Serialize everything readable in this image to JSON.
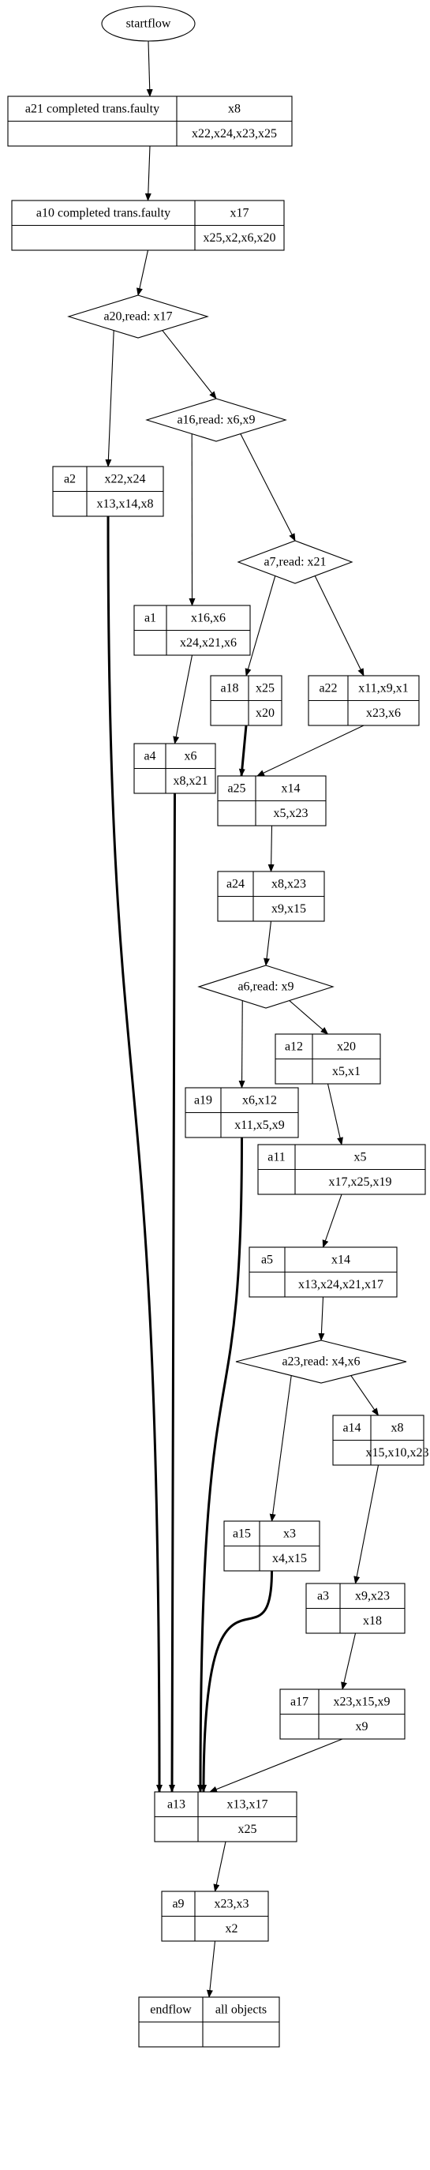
{
  "start_label": "startflow",
  "nodes": [
    {
      "id": "a21",
      "name": "a21  completed trans.faulty",
      "top": "x8",
      "bottom": "x22,x24,x23,x25"
    },
    {
      "id": "a10",
      "name": "a10  completed trans.faulty",
      "top": "x17",
      "bottom": "x25,x2,x6,x20"
    },
    {
      "id": "a20",
      "decision": "a20,read: x17"
    },
    {
      "id": "a16",
      "decision": "a16,read: x6,x9"
    },
    {
      "id": "a2",
      "name": "a2",
      "top": "x22,x24",
      "bottom": "x13,x14,x8"
    },
    {
      "id": "a7",
      "decision": "a7,read: x21"
    },
    {
      "id": "a1",
      "name": "a1",
      "top": "x16,x6",
      "bottom": "x24,x21,x6"
    },
    {
      "id": "a18",
      "name": "a18",
      "top": "x25",
      "bottom": "x20"
    },
    {
      "id": "a22",
      "name": "a22",
      "top": "x11,x9,x1",
      "bottom": "x23,x6"
    },
    {
      "id": "a4",
      "name": "a4",
      "top": "x6",
      "bottom": "x8,x21"
    },
    {
      "id": "a25",
      "name": "a25",
      "top": "x14",
      "bottom": "x5,x23"
    },
    {
      "id": "a24",
      "name": "a24",
      "top": "x8,x23",
      "bottom": "x9,x15"
    },
    {
      "id": "a6",
      "decision": "a6,read: x9"
    },
    {
      "id": "a12",
      "name": "a12",
      "top": "x20",
      "bottom": "x5,x1"
    },
    {
      "id": "a19",
      "name": "a19",
      "top": "x6,x12",
      "bottom": "x11,x5,x9"
    },
    {
      "id": "a11",
      "name": "a11",
      "top": "x5",
      "bottom": "x17,x25,x19"
    },
    {
      "id": "a5",
      "name": "a5",
      "top": "x14",
      "bottom": "x13,x24,x21,x17"
    },
    {
      "id": "a23",
      "decision": "a23,read: x4,x6"
    },
    {
      "id": "a14",
      "name": "a14",
      "top": "x8",
      "bottom": "x15,x10,x23"
    },
    {
      "id": "a15",
      "name": "a15",
      "top": "x3",
      "bottom": "x4,x15"
    },
    {
      "id": "a3",
      "name": "a3",
      "top": "x9,x23",
      "bottom": "x18"
    },
    {
      "id": "a17",
      "name": "a17",
      "top": "x23,x15,x9",
      "bottom": "x9"
    },
    {
      "id": "a13",
      "name": "a13",
      "top": "x13,x17",
      "bottom": "x25"
    },
    {
      "id": "a9",
      "name": "a9",
      "top": "x23,x3",
      "bottom": "x2"
    },
    {
      "id": "endflow",
      "name": "endflow",
      "top": "all objects",
      "bottom": ""
    }
  ],
  "edges": [
    {
      "from": "start",
      "to": "a21"
    },
    {
      "from": "a21",
      "to": "a10"
    },
    {
      "from": "a10",
      "to": "a20"
    },
    {
      "from": "a20",
      "to": "a2"
    },
    {
      "from": "a20",
      "to": "a16"
    },
    {
      "from": "a16",
      "to": "a1"
    },
    {
      "from": "a16",
      "to": "a7"
    },
    {
      "from": "a7",
      "to": "a18"
    },
    {
      "from": "a7",
      "to": "a22"
    },
    {
      "from": "a1",
      "to": "a4"
    },
    {
      "from": "a18",
      "to": "a25",
      "bold": true
    },
    {
      "from": "a22",
      "to": "a25"
    },
    {
      "from": "a25",
      "to": "a24"
    },
    {
      "from": "a24",
      "to": "a6"
    },
    {
      "from": "a6",
      "to": "a19"
    },
    {
      "from": "a6",
      "to": "a12"
    },
    {
      "from": "a12",
      "to": "a11"
    },
    {
      "from": "a11",
      "to": "a5"
    },
    {
      "from": "a5",
      "to": "a23"
    },
    {
      "from": "a23",
      "to": "a15"
    },
    {
      "from": "a23",
      "to": "a14"
    },
    {
      "from": "a14",
      "to": "a3"
    },
    {
      "from": "a3",
      "to": "a17"
    },
    {
      "from": "a2",
      "to": "a13",
      "bold": true
    },
    {
      "from": "a4",
      "to": "a13",
      "bold": true
    },
    {
      "from": "a19",
      "to": "a13",
      "bold": true
    },
    {
      "from": "a15",
      "to": "a13",
      "bold": true
    },
    {
      "from": "a17",
      "to": "a13"
    },
    {
      "from": "a13",
      "to": "a9"
    },
    {
      "from": "a9",
      "to": "endflow"
    }
  ]
}
